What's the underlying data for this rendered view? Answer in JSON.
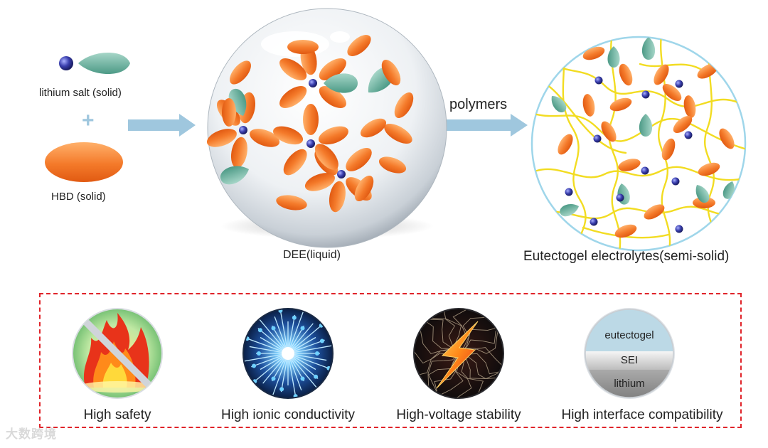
{
  "inputs": {
    "lithium_salt_label": "lithium salt (solid)",
    "plus_sign": "+",
    "hbd_label": "HBD (solid)"
  },
  "dee": {
    "label": "DEE(liquid)"
  },
  "process": {
    "arrow_label": "polymers"
  },
  "eutectogel": {
    "label": "Eutectogel electrolytes(semi-solid)"
  },
  "features": [
    {
      "label": "High safety",
      "icon": "flame-icon"
    },
    {
      "label": "High ionic conductivity",
      "icon": "burst-icon"
    },
    {
      "label": "High-voltage stability",
      "icon": "lightning-icon"
    },
    {
      "label": "High interface compatibility",
      "icon": "layers-icon"
    }
  ],
  "interface_layers": {
    "top": "eutectogel",
    "middle": "SEI",
    "bottom": "lithium"
  },
  "watermark": "大数跨境",
  "colors": {
    "orange": "#f47a2a",
    "teal": "#6db3a0",
    "lithium": "#2b2f8f",
    "polymer": "#f2dc22",
    "arrow": "#9fc7de",
    "dash": "#e0242a"
  }
}
